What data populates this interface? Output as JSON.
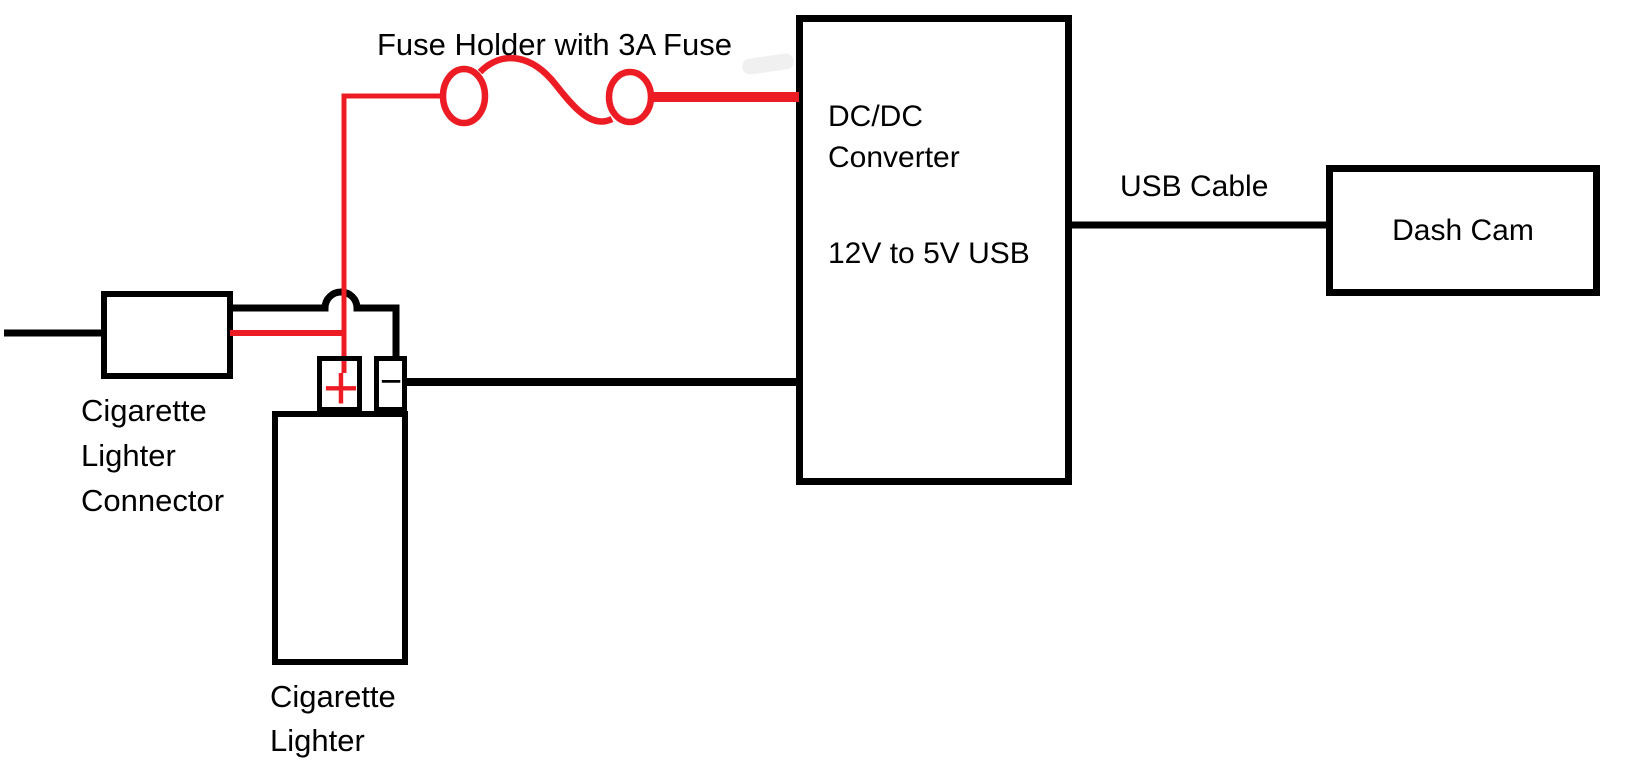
{
  "colors": {
    "background": "#ffffff",
    "wire_positive": "#ed1c24",
    "wire_negative": "#000000",
    "text": "#000000"
  },
  "labels": {
    "fuse_holder": "Fuse Holder with 3A Fuse",
    "usb_cable": "USB Cable"
  },
  "nodes": {
    "converter": {
      "line1": "DC/DC",
      "line2": "Converter",
      "line3": "12V to 5V USB"
    },
    "dash_cam": {
      "label": "Dash Cam"
    },
    "connector": {
      "line1": "Cigarette",
      "line2": "Lighter",
      "line3": "Connector"
    },
    "lighter": {
      "line1": "Cigarette",
      "line2": "Lighter",
      "plus_symbol": "+",
      "minus_symbol": "−"
    }
  }
}
